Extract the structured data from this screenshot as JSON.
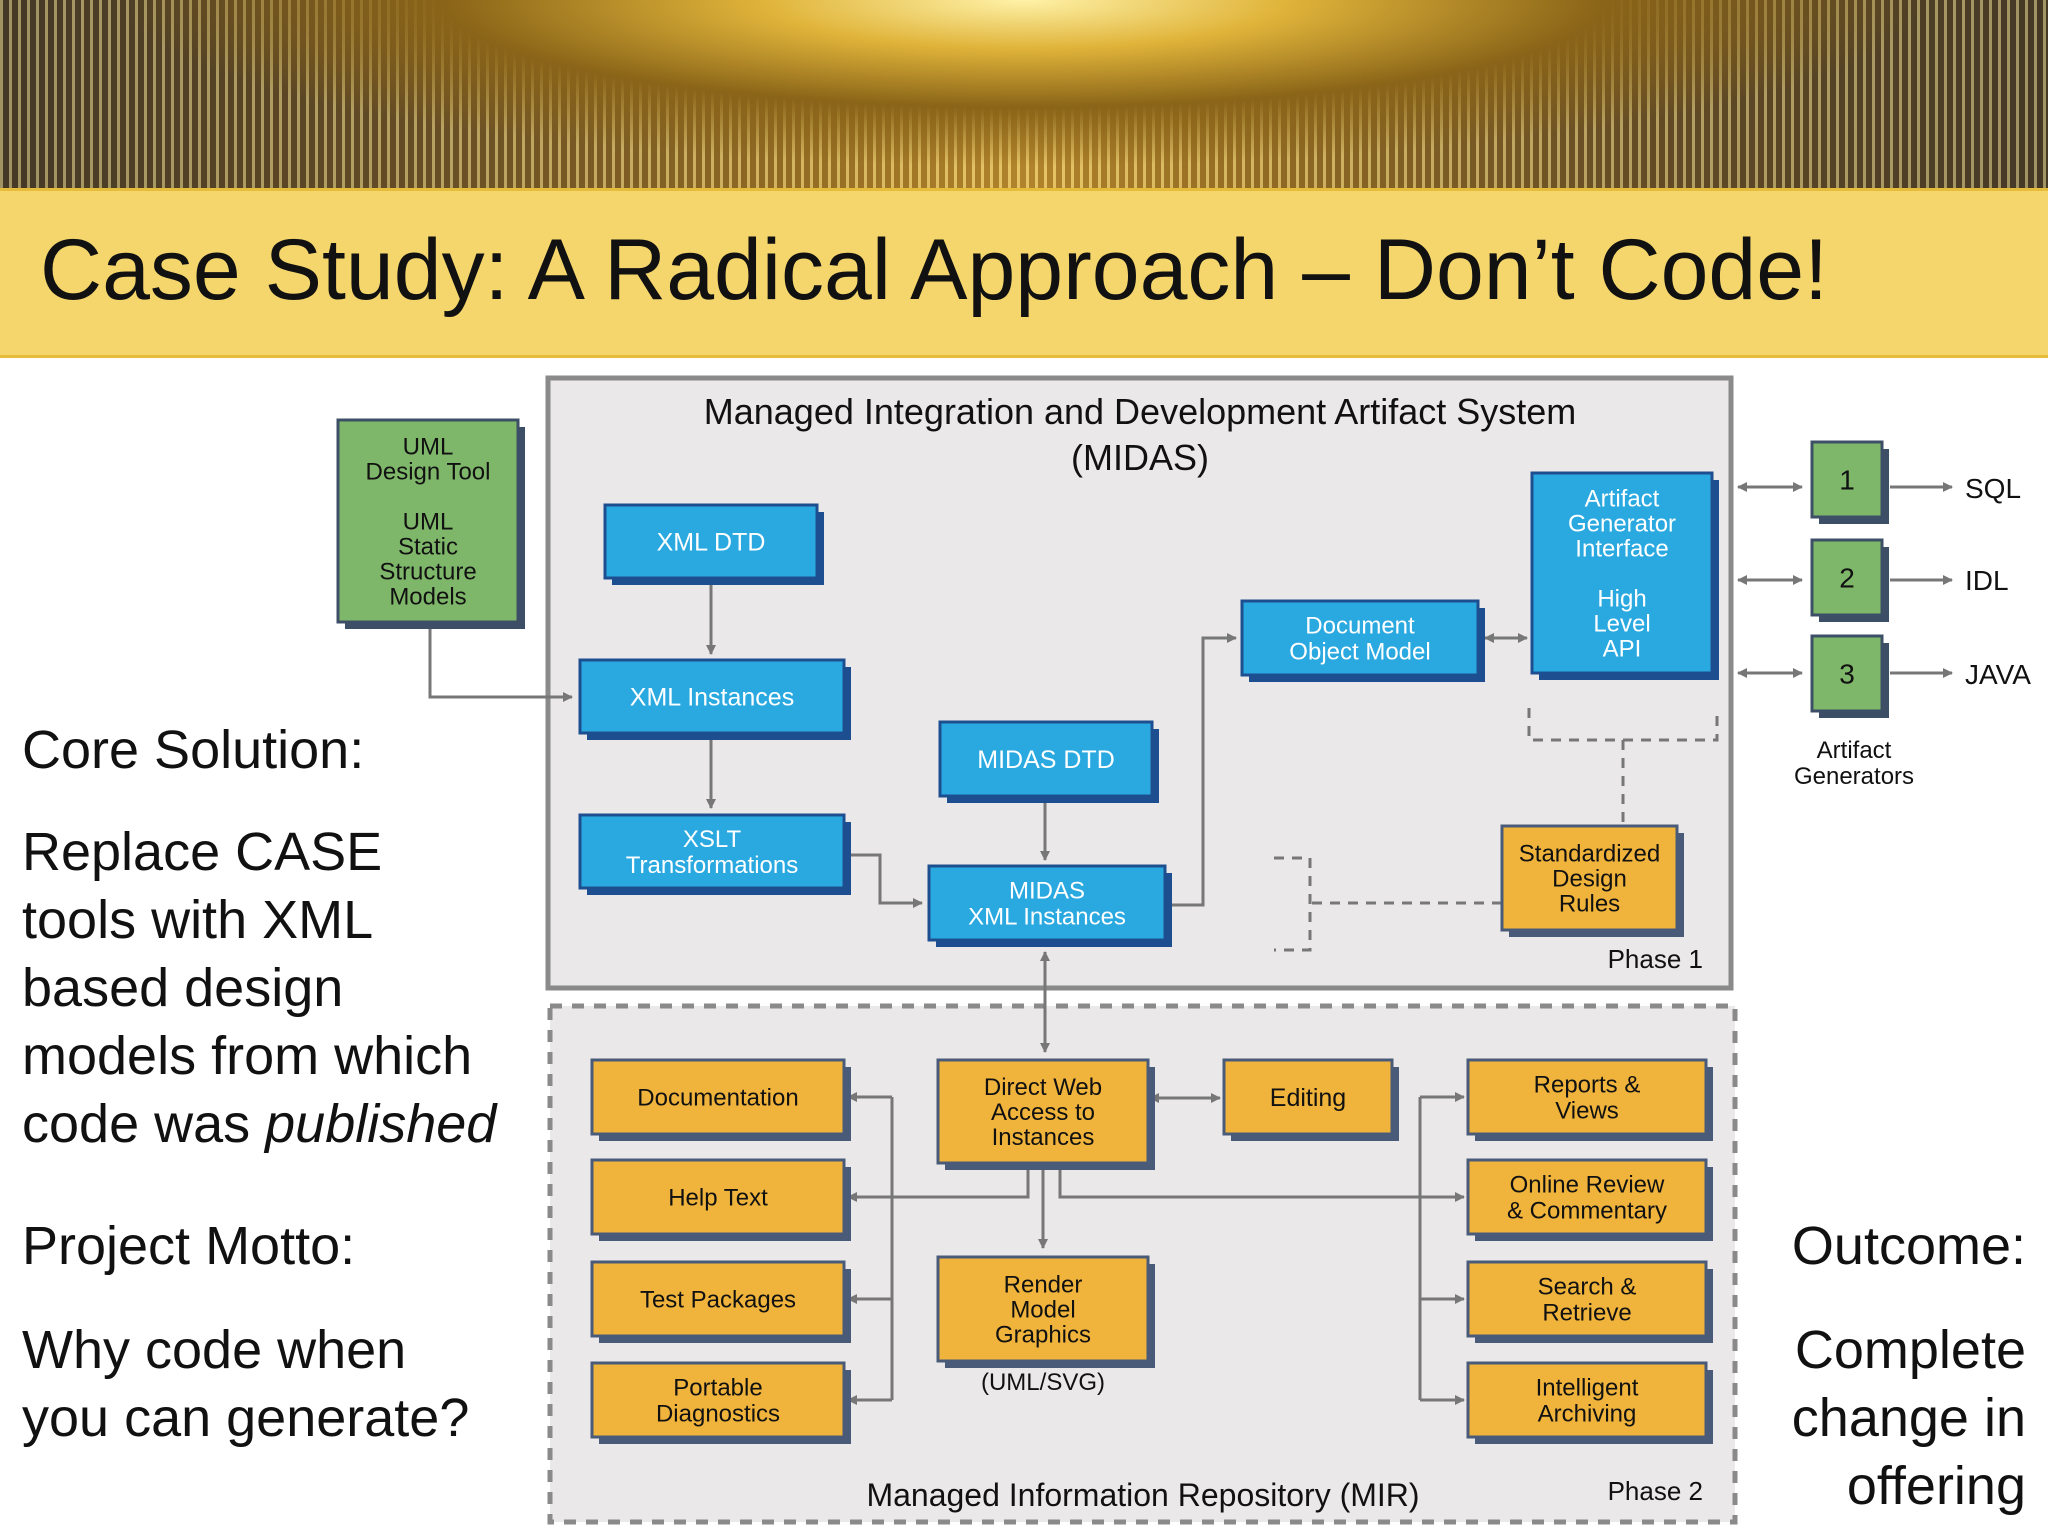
{
  "slide": {
    "title": "Case Study: A Radical Approach – Don’t Code!"
  },
  "left_text": {
    "core_heading": "Core Solution:",
    "core_lines": [
      "Replace CASE",
      "tools with XML",
      "based design",
      "models from which"
    ],
    "core_last_line": "code was ",
    "core_last_italic": "published",
    "motto_heading": "Project Motto:",
    "motto_lines": [
      "Why code when",
      "you can generate?"
    ]
  },
  "right_text": {
    "outcome_heading": "Outcome:",
    "outcome_lines": [
      "Complete",
      "change in",
      "offering"
    ]
  },
  "diagram": {
    "midas_title": [
      "Managed Integration and Development Artifact System",
      "(MIDAS)"
    ],
    "phase1_label": "Phase 1",
    "phase2_label": "Phase 2",
    "mir_label": "Managed Information Repository (MIR)",
    "uml_tool": [
      "UML",
      "Design Tool",
      "",
      "UML",
      "Static",
      "Structure",
      "Models"
    ],
    "xml_dtd": [
      "XML DTD"
    ],
    "xml_instances": [
      "XML Instances"
    ],
    "xslt": [
      "XSLT",
      "Transformations"
    ],
    "midas_dtd": [
      "MIDAS DTD"
    ],
    "midas_xml": [
      "MIDAS",
      "XML Instances"
    ],
    "dom": [
      "Document",
      "Object Model"
    ],
    "agi": [
      "Artifact",
      "Generator",
      "Interface",
      "",
      "High",
      "Level",
      "API"
    ],
    "std_rules": [
      "Standardized",
      "Design",
      "Rules"
    ],
    "generators": [
      {
        "num": "1",
        "output": "SQL"
      },
      {
        "num": "2",
        "output": "IDL"
      },
      {
        "num": "3",
        "output": "JAVA"
      }
    ],
    "artifact_generators_label": [
      "Artifact",
      "Generators"
    ],
    "direct_web": [
      "Direct Web",
      "Access to",
      "Instances"
    ],
    "editing": [
      "Editing"
    ],
    "render": [
      "Render",
      "Model",
      "Graphics"
    ],
    "render_caption": "(UML/SVG)",
    "left_outputs": [
      [
        "Documentation"
      ],
      [
        "Help Text"
      ],
      [
        "Test Packages"
      ],
      [
        "Portable",
        "Diagnostics"
      ]
    ],
    "right_outputs": [
      [
        "Reports &",
        "Views"
      ],
      [
        "Online Review",
        "& Commentary"
      ],
      [
        "Search &",
        "Retrieve"
      ],
      [
        "Intelligent",
        "Archiving"
      ]
    ],
    "colors": {
      "blue_box": "#2aa9e1",
      "blue_edge": "#1d4e8f",
      "orange_box": "#f0b43c",
      "green_box": "#7fb76a",
      "panel": "#ebe8ea",
      "line": "#777777"
    }
  }
}
